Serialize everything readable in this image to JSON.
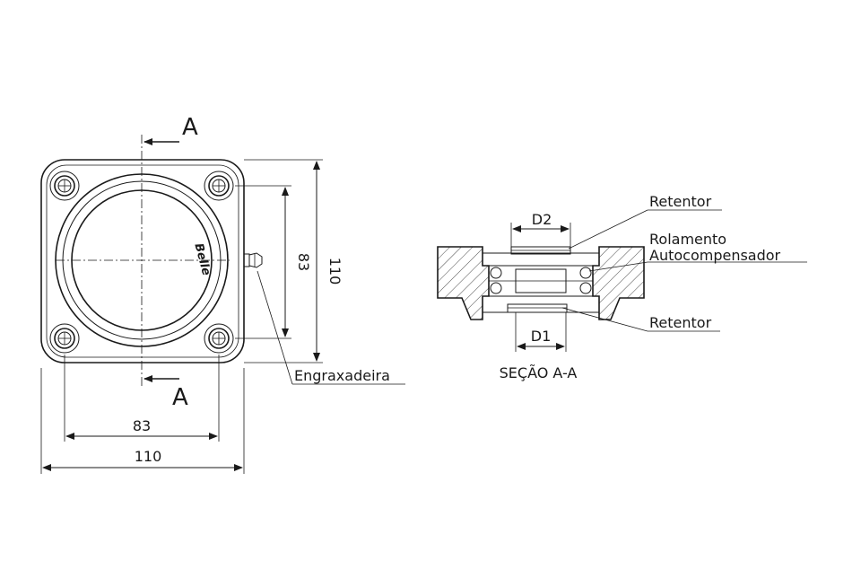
{
  "section_marker_top": "A",
  "section_marker_bottom": "A",
  "brand_mark": "Belle",
  "dimensions": {
    "flange_width_inner": "83",
    "flange_width_outer": "110",
    "flange_height_inner": "83",
    "flange_height_outer": "110",
    "bore_top": "D2",
    "bore_bottom": "D1"
  },
  "callouts": {
    "grease_fitting": "Engraxadeira",
    "seal_top": "Retentor",
    "bearing_line1": "Rolamento",
    "bearing_line2": "Autocompensador",
    "seal_bottom": "Retentor"
  },
  "section_title": "SEÇÃO A-A"
}
